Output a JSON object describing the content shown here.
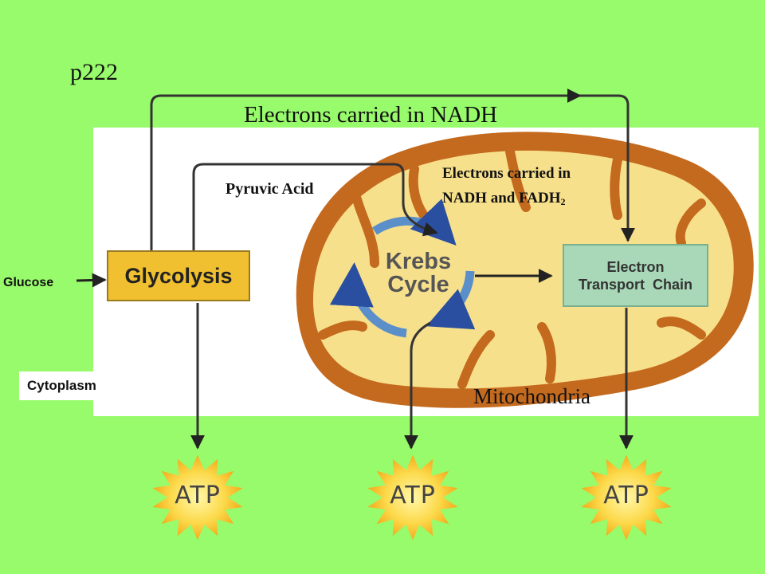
{
  "page_ref": "p222",
  "labels": {
    "nadh": "Electrons carried in NADH",
    "pyruvic": "Pyruvic Acid",
    "nadh_fadh_line1": "Electrons carried in",
    "nadh_fadh_line2_main": "NADH and FADH",
    "nadh_fadh_sub": "2",
    "mitochondria": "Mitochondria",
    "glucose": "Glucose",
    "cytoplasm": "Cytoplasm"
  },
  "boxes": {
    "glycolysis": "Glycolysis",
    "krebs_line1": "Krebs",
    "krebs_line2": "Cycle",
    "etc_line1": "Electron",
    "etc_line2": "Transport  Chain"
  },
  "atp": [
    "ATP",
    "ATP",
    "ATP"
  ],
  "colors": {
    "background": "#98fb6b",
    "cytoplasm_panel": "#ffffff",
    "mito_outer": "#c46a1e",
    "mito_inner": "#f7e08c",
    "glycolysis_box": "#f0c030",
    "etc_box": "#a8d8b8",
    "krebs_arrow": "#5b8fc9",
    "atp_star": "#f5b21a"
  }
}
